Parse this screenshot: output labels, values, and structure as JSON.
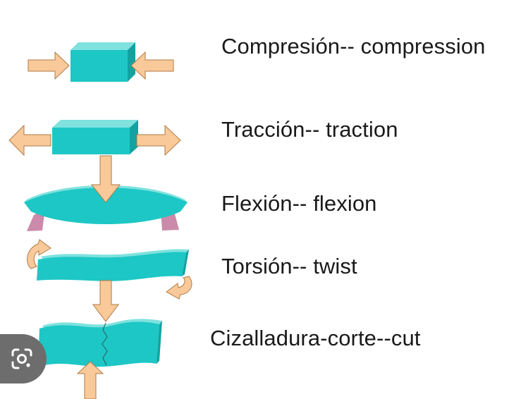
{
  "labels": {
    "compression": "Compresión-- compression",
    "traction": "Tracción-- traction",
    "flexion": "Flexión-- flexion",
    "torsion": "Torsión-- twist",
    "shear": "Cizalladura-corte--cut"
  },
  "colors": {
    "block_front": "#1dc7c5",
    "block_top": "#7fe2de",
    "block_side": "#12a3a1",
    "arrow_fill": "#f9c999",
    "arrow_stroke": "#b07a46",
    "support": "#cc8aaa",
    "lens_button": "#6d6d6d"
  },
  "icons": {
    "lens_button": "google-lens-icon"
  }
}
